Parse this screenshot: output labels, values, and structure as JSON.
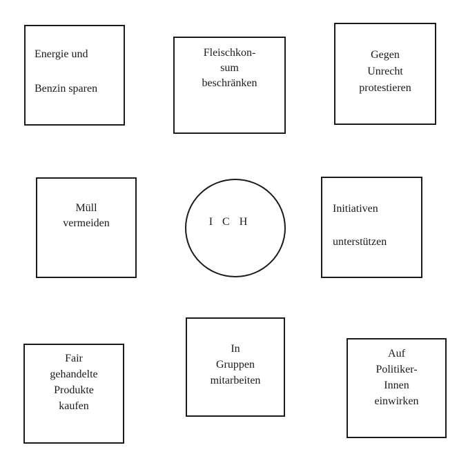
{
  "diagram": {
    "center": {
      "id": "ich",
      "label": "I C H"
    },
    "boxes": [
      {
        "id": "energie-benzin-sparen",
        "label": "Energie und\n\nBenzin sparen"
      },
      {
        "id": "fleischkonsum-beschraenken",
        "label": "Fleischkon-\nsum\nbeschränken"
      },
      {
        "id": "gegen-unrecht-protestieren",
        "label": "Gegen\nUnrecht\nprotestieren"
      },
      {
        "id": "muell-vermeiden",
        "label": "Müll\nvermeiden"
      },
      {
        "id": "initiativen-unterstuetzen",
        "label": "Initiativen\n\nunterstützen"
      },
      {
        "id": "fair-gehandelte-produkte-kaufen",
        "label": "Fair\ngehandelte\nProdukte\nkaufen"
      },
      {
        "id": "in-gruppen-mitarbeiten",
        "label": "In\nGruppen\nmitarbeiten"
      },
      {
        "id": "auf-politikerinnen-einwirken",
        "label": "Auf\nPolitiker-\nInnen\neinwirken"
      }
    ],
    "colors": {
      "background": "#ffffff",
      "border": "#1a1a1a",
      "text": "#1a1a1a"
    }
  }
}
